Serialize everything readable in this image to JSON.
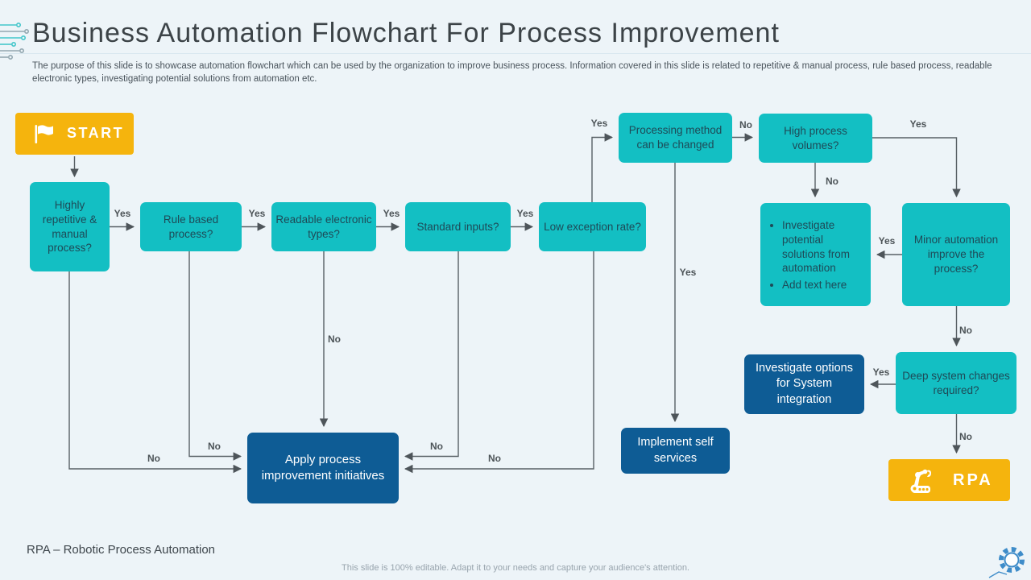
{
  "slide": {
    "title": "Business Automation Flowchart For Process Improvement",
    "subtitle": "The purpose of this slide is to showcase automation flowchart which can be used by the organization to improve business process. Information covered in this slide is related to repetitive & manual process, rule based process, readable electronic types, investigating potential solutions from automation etc.",
    "footer_abbreviation": "RPA – Robotic Process Automation",
    "footer_note": "This slide is 100% editable. Adapt it to your needs and capture your audience's attention."
  },
  "labels": {
    "yes": "Yes",
    "no": "No"
  },
  "nodes": {
    "start": {
      "label": "START"
    },
    "highly_repetitive": {
      "label": "Highly repetitive & manual process?"
    },
    "rule_based": {
      "label": "Rule based process?"
    },
    "readable_electronic": {
      "label": "Readable electronic types?"
    },
    "standard_inputs": {
      "label": "Standard inputs?"
    },
    "low_exception": {
      "label": "Low exception rate?"
    },
    "processing_method": {
      "label": "Processing method can be changed"
    },
    "high_volumes": {
      "label": "High process volumes?"
    },
    "investigate_solutions": {
      "items": [
        "Investigate potential solutions from automation",
        "Add text here"
      ]
    },
    "minor_automation": {
      "label": "Minor automation improve the process?"
    },
    "investigate_options": {
      "label": "Investigate options for System integration"
    },
    "deep_system": {
      "label": "Deep system changes required?"
    },
    "implement_self": {
      "label": "Implement self services"
    },
    "apply_process": {
      "label": "Apply process improvement initiatives"
    },
    "rpa": {
      "label": "RPA"
    }
  },
  "colors": {
    "teal": "#13BFC3",
    "dark_blue": "#0E5C95",
    "yellow": "#F5B40D",
    "background": "#EDF4F8",
    "arrow": "#586065"
  }
}
